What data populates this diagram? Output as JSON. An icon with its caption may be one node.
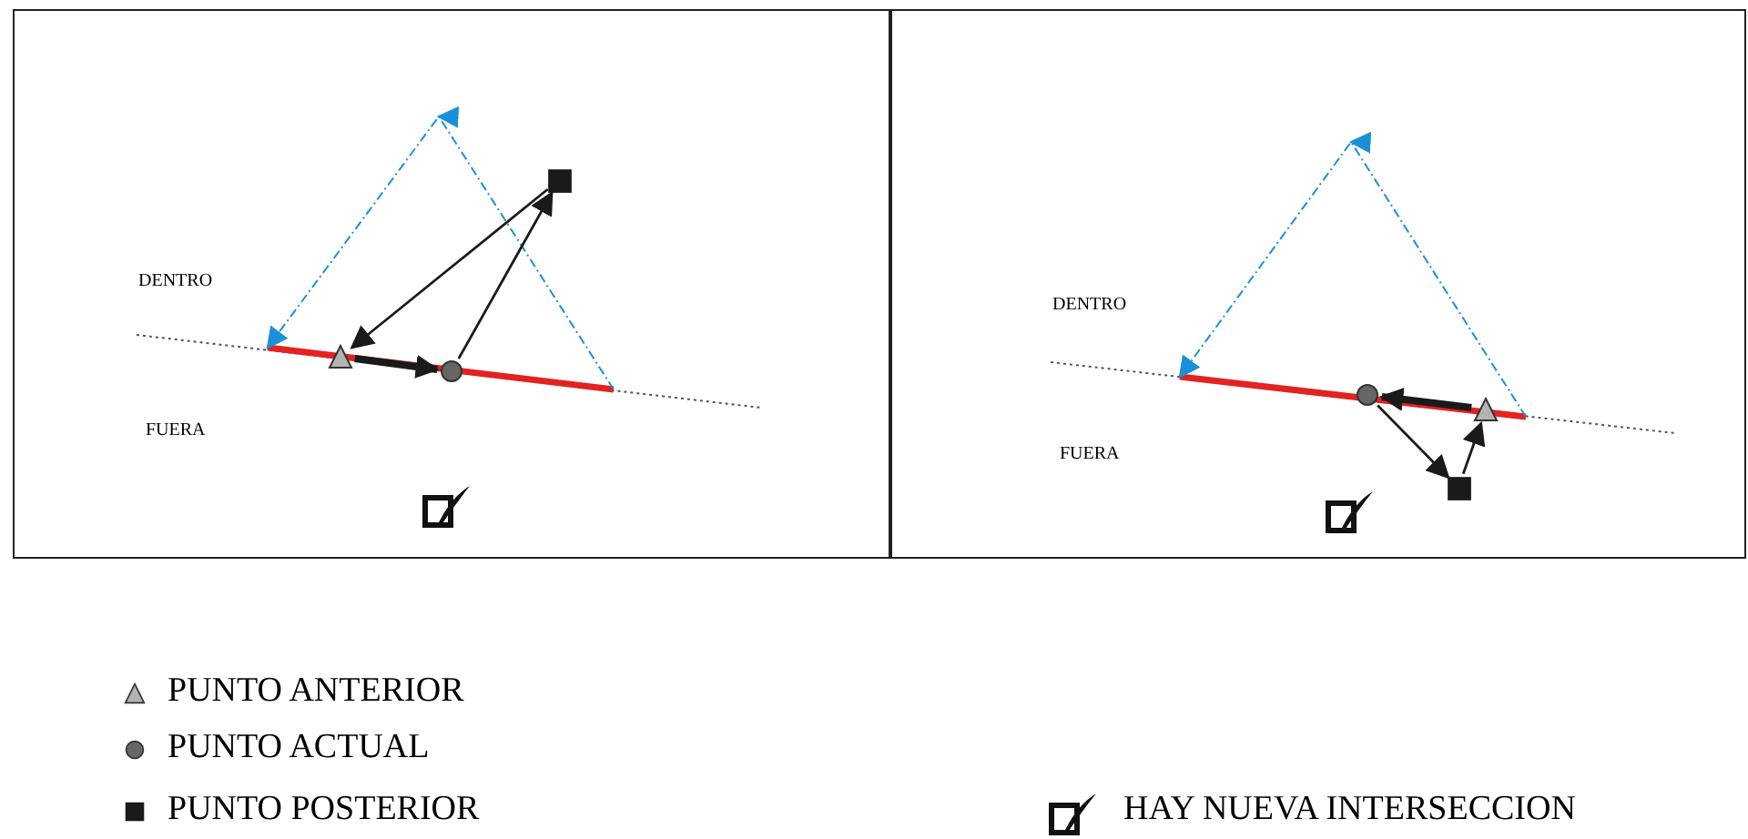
{
  "diagram": {
    "nodes": [
      {
        "text": [
          "DENTRO",
          "FUERA"
        ]
      },
      {
        "text": [],
        "shape": "triangle",
        "in": 0
      },
      {
        "text": [],
        "shape": "circle",
        "in": 0
      },
      {
        "text": [],
        "shape": "box",
        "in": 0
      },
      {
        "text": [
          "DENTRO",
          "FUERA"
        ]
      },
      {
        "text": [],
        "shape": "circle",
        "in": 4
      },
      {
        "text": [],
        "shape": "triangle",
        "in": 4
      },
      {
        "text": [],
        "shape": "box",
        "in": 4
      }
    ],
    "edges": [
      {
        "from": 1,
        "to": 2,
        "arrow": "to",
        "style": "thick"
      },
      {
        "from": 2,
        "to": 3,
        "arrow": "to"
      },
      {
        "from": 3,
        "to": 1,
        "arrow": "to"
      },
      {
        "from": 6,
        "to": 5,
        "arrow": "to",
        "style": "thick"
      },
      {
        "from": 5,
        "to": 7,
        "arrow": "to"
      },
      {
        "from": 7,
        "to": 6,
        "arrow": "to"
      }
    ],
    "legend": [
      {
        "text": "PUNTO ANTERIOR"
      },
      {
        "text": "PUNTO ACTUAL"
      },
      {
        "text": "PUNTO POSTERIOR"
      },
      {
        "text": "HAY NUEVA INTERSECCION"
      }
    ]
  }
}
